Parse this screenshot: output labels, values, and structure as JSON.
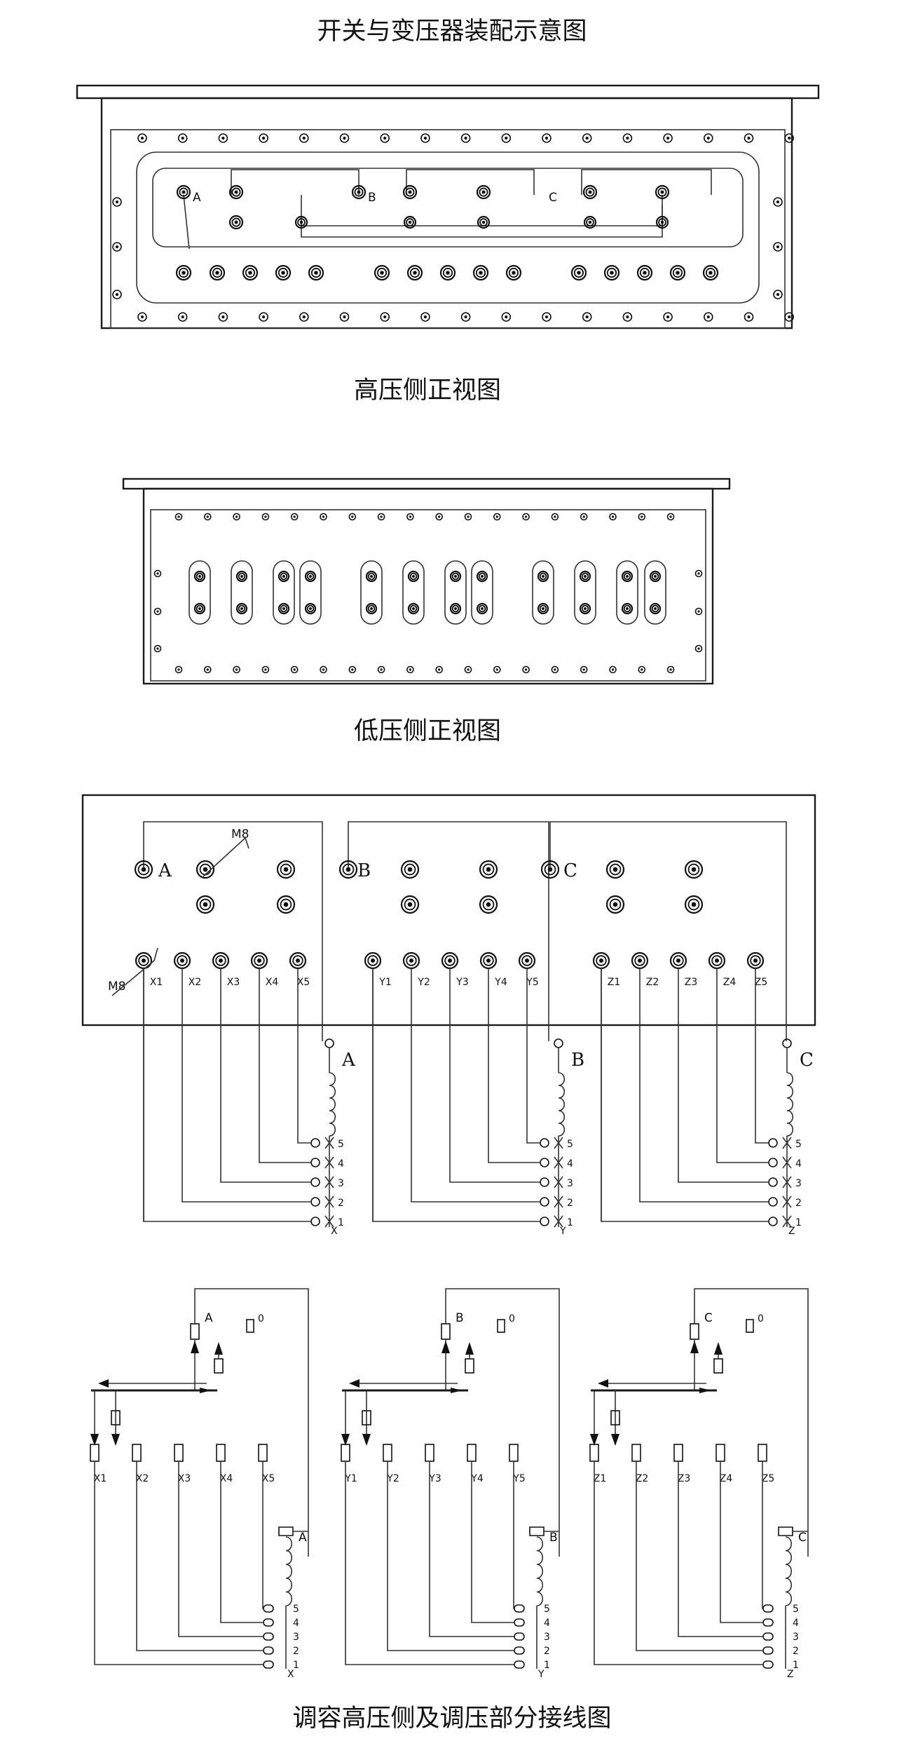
{
  "titles": {
    "main": "开关与变压器装配示意图",
    "high_side": "高压侧正视图",
    "low_side": "低压侧正视图",
    "wiring": "调容高压侧及调压部分接线图"
  },
  "high_view": {
    "phases": [
      "A",
      "B",
      "C"
    ]
  },
  "wiring_top": {
    "bolt_label": "M8",
    "phases": [
      {
        "name": "A",
        "taps": [
          "X1",
          "X2",
          "X3",
          "X4",
          "X5"
        ],
        "end": "X"
      },
      {
        "name": "B",
        "taps": [
          "Y1",
          "Y2",
          "Y3",
          "Y4",
          "Y5"
        ],
        "end": "Y"
      },
      {
        "name": "C",
        "taps": [
          "Z1",
          "Z2",
          "Z3",
          "Z4",
          "Z5"
        ],
        "end": "Z"
      }
    ],
    "tap_numbers": [
      "5",
      "4",
      "3",
      "2",
      "1"
    ]
  },
  "wiring_bottom": {
    "zero": "0",
    "phases": [
      {
        "name": "A",
        "taps": [
          "X1",
          "X2",
          "X3",
          "X4",
          "X5"
        ],
        "end": "X"
      },
      {
        "name": "B",
        "taps": [
          "Y1",
          "Y2",
          "Y3",
          "Y4",
          "Y5"
        ],
        "end": "Y"
      },
      {
        "name": "C",
        "taps": [
          "Z1",
          "Z2",
          "Z3",
          "Z4",
          "Z5"
        ],
        "end": "Z"
      }
    ],
    "tap_numbers": [
      "5",
      "4",
      "3",
      "2",
      "1"
    ]
  }
}
